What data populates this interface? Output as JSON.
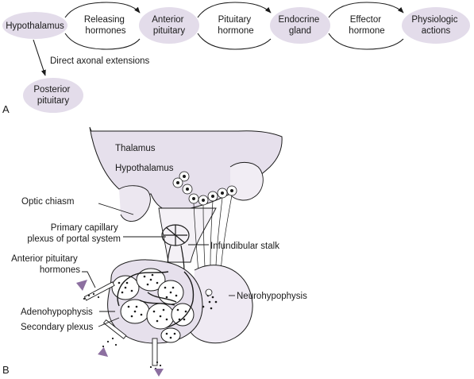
{
  "panel_a": {
    "letter": "A",
    "nodes": {
      "hypothalamus": [
        "Hypothalamus"
      ],
      "anterior": [
        "Anterior",
        "pituitary"
      ],
      "endocrine": [
        "Endocrine",
        "gland"
      ],
      "physiologic": [
        "Physiologic",
        "actions"
      ],
      "posterior": [
        "Posterior",
        "pituitary"
      ]
    },
    "edges": {
      "releasing": [
        "Releasing",
        "hormones"
      ],
      "pituitary_hormone": [
        "Pituitary",
        "hormone"
      ],
      "effector": [
        "Effector",
        "hormone"
      ],
      "axonal": "Direct axonal extensions"
    }
  },
  "panel_b": {
    "letter": "B",
    "labels": {
      "thalamus": "Thalamus",
      "hypothalamus": "Hypothalamus",
      "optic_chiasm": "Optic chiasm",
      "primary_plexus_1": "Primary capillary",
      "primary_plexus_2": "plexus of portal system",
      "infundibular_stalk": "Infundibular stalk",
      "ant_hormones_1": "Anterior pituitary",
      "ant_hormones_2": "hormones",
      "neurohypophysis": "Neurohypophysis",
      "adenohypophysis": "Adenohypophysis",
      "secondary_plexus": "Secondary plexus"
    }
  },
  "colors": {
    "node_fill": "#e3dcea",
    "tissue_fill": "#e6e0ec",
    "tissue_light": "#f1edf4",
    "arrow_purple": "#8c6fa0",
    "line": "#1a1a1a"
  }
}
